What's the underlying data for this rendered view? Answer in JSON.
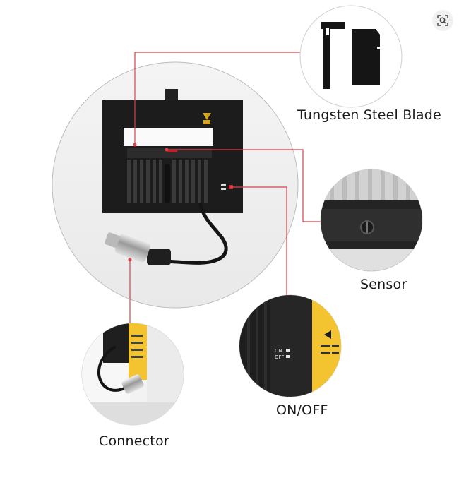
{
  "labels": {
    "blade": "Tungsten Steel Blade",
    "sensor": "Sensor",
    "onoff": "ON/OFF",
    "connector": "Connector"
  },
  "switch_text": {
    "on": "ON",
    "off": "OFF"
  },
  "colors": {
    "callout_line": "#d9414b",
    "device_body": "#1c1c1c",
    "connector_chrome": "#c8c8c8",
    "sticker_yellow": "#f4c430"
  },
  "icons": {
    "lens": "visual-search-icon"
  }
}
